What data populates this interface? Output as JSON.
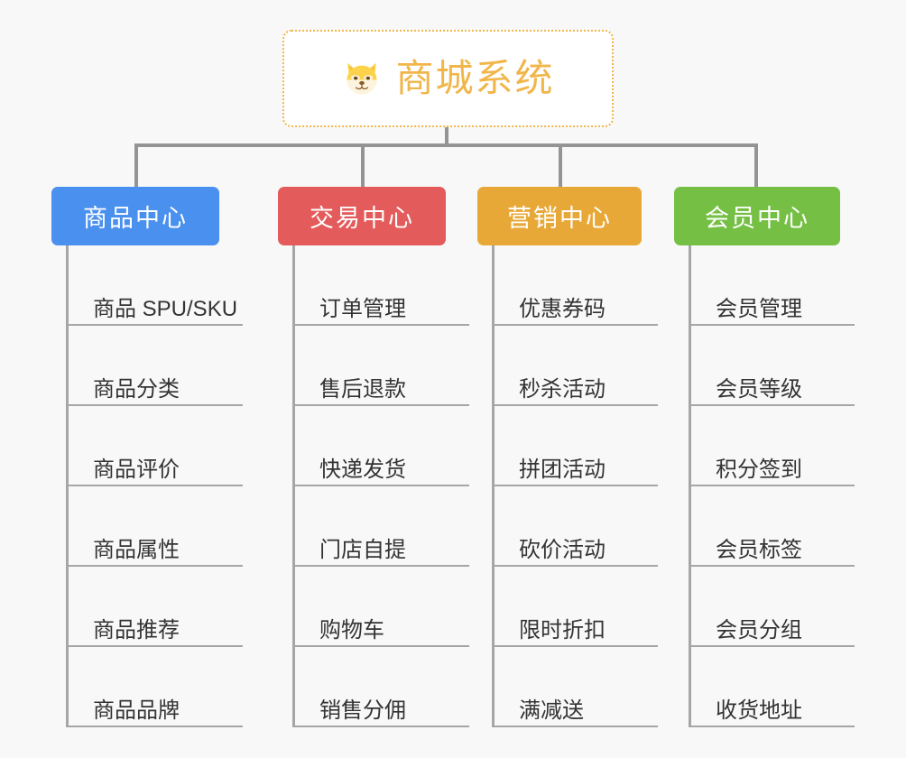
{
  "background_color": "#f8f8f8",
  "root": {
    "title": "商城系统",
    "emoji_name": "shiba-dog-face-emoji",
    "border_color": "#f0b64a",
    "text_color": "#f0b64a"
  },
  "connector_color": "#949494",
  "columns": [
    {
      "id": "product-center",
      "title": "商品中心",
      "color": "#4a90ee",
      "items": [
        "商品 SPU/SKU",
        "商品分类",
        "商品评价",
        "商品属性",
        "商品推荐",
        "商品品牌"
      ]
    },
    {
      "id": "trade-center",
      "title": "交易中心",
      "color": "#e35b5b",
      "items": [
        "订单管理",
        "售后退款",
        "快递发货",
        "门店自提",
        "购物车",
        "销售分佣"
      ]
    },
    {
      "id": "marketing-center",
      "title": "营销中心",
      "color": "#e8a838",
      "items": [
        "优惠券码",
        "秒杀活动",
        "拼团活动",
        "砍价活动",
        "限时折扣",
        "满减送"
      ]
    },
    {
      "id": "member-center",
      "title": "会员中心",
      "color": "#75c044",
      "items": [
        "会员管理",
        "会员等级",
        "积分签到",
        "会员标签",
        "会员分组",
        "收货地址"
      ]
    }
  ]
}
